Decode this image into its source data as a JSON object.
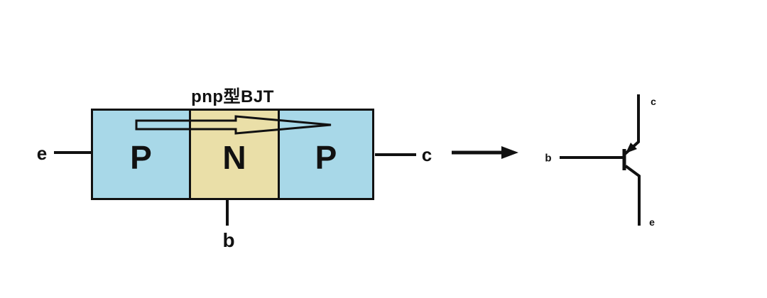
{
  "title": "pnp型BJT",
  "block": {
    "regions": [
      {
        "label": "P"
      },
      {
        "label": "N"
      },
      {
        "label": "P"
      }
    ],
    "lead_left": "e",
    "lead_right": "c",
    "lead_bottom": "b"
  },
  "symbol": {
    "base": "b",
    "collector": "c",
    "emitter": "e"
  },
  "colors": {
    "p_region": "#a8d8e8",
    "n_region": "#eadfa8",
    "line": "#111111",
    "background": "#ffffff"
  }
}
